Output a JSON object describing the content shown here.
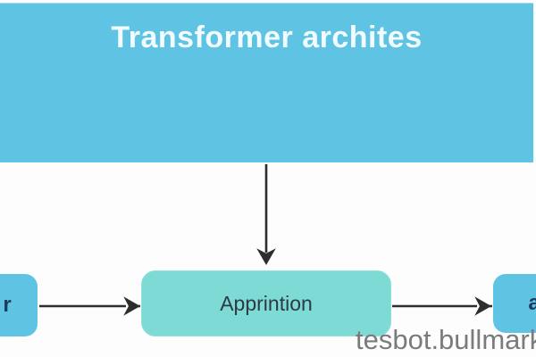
{
  "diagram": {
    "title_box": {
      "label": "Transformer archites"
    },
    "center_box": {
      "label": "Apprintion"
    },
    "left_box": {
      "label": "r"
    },
    "right_box": {
      "label": "a"
    },
    "watermark": "tesbot.bullmark",
    "arrows": [
      {
        "name": "arrow-down",
        "from": "title-box",
        "to": "center-box"
      },
      {
        "name": "arrow-left-to-center",
        "from": "left-box",
        "to": "center-box"
      },
      {
        "name": "arrow-center-to-right",
        "from": "center-box",
        "to": "right-box"
      }
    ],
    "colors": {
      "box_blue": "#5fc4e4",
      "box_teal": "#7edad4",
      "title_text": "#f2fbff",
      "center_text": "#2b3a46",
      "side_text": "#1d3b5e",
      "arrow": "#2d2d2d",
      "watermark_text": "#7b7b7b",
      "background": "#fdfdfd"
    }
  }
}
